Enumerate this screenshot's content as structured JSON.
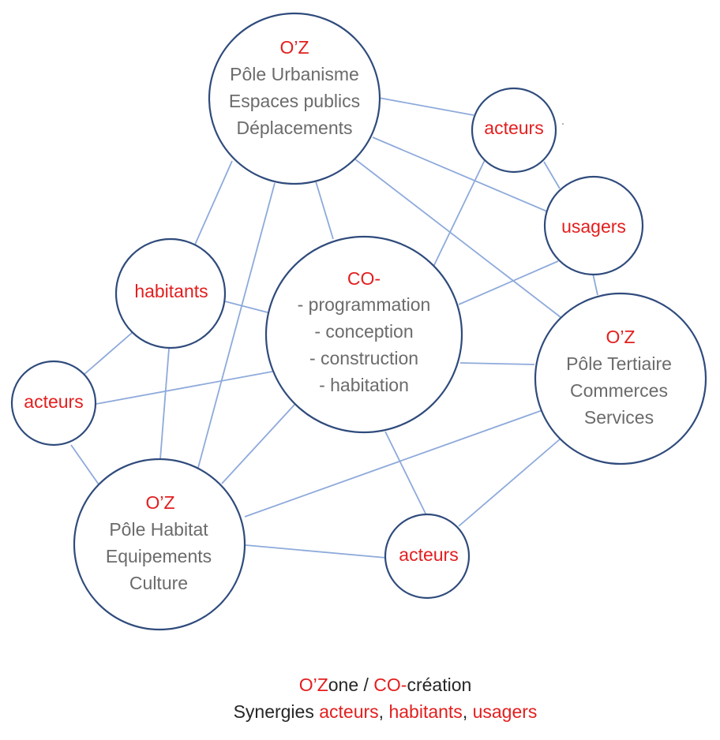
{
  "nodes": {
    "pole_urbanisme": {
      "tag": "O’Z",
      "lines": [
        "Pôle Urbanisme",
        "Espaces publics",
        "Déplacements"
      ]
    },
    "co_creation": {
      "tag": "CO-",
      "lines": [
        "- programmation",
        "- conception",
        "- construction",
        "- habitation"
      ]
    },
    "pole_tertiaire": {
      "tag": "O’Z",
      "lines": [
        "Pôle Tertiaire",
        "Commerces",
        "Services"
      ]
    },
    "pole_habitat": {
      "tag": "O’Z",
      "lines": [
        "Pôle Habitat",
        "Equipements",
        "Culture"
      ]
    },
    "acteurs_top": {
      "label": "acteurs"
    },
    "usagers": {
      "label": "usagers"
    },
    "habitants": {
      "label": "habitants"
    },
    "acteurs_left": {
      "label": "acteurs"
    },
    "acteurs_bottom": {
      "label": "acteurs"
    }
  },
  "caption": {
    "line1": {
      "oz": "O’Z",
      "oz_rest": "one / ",
      "co": "CO-",
      "co_rest": "création"
    },
    "line2": {
      "prefix": "Synergies ",
      "acteurs": "acteurs",
      "sep1": ", ",
      "habitants": "habitants",
      "sep2": ", ",
      "usagers": "usagers"
    }
  },
  "colors": {
    "accent": "#e31e1e",
    "node_stroke": "#2f4b7c",
    "link": "#8eaadb",
    "text": "#6b6b6b"
  }
}
